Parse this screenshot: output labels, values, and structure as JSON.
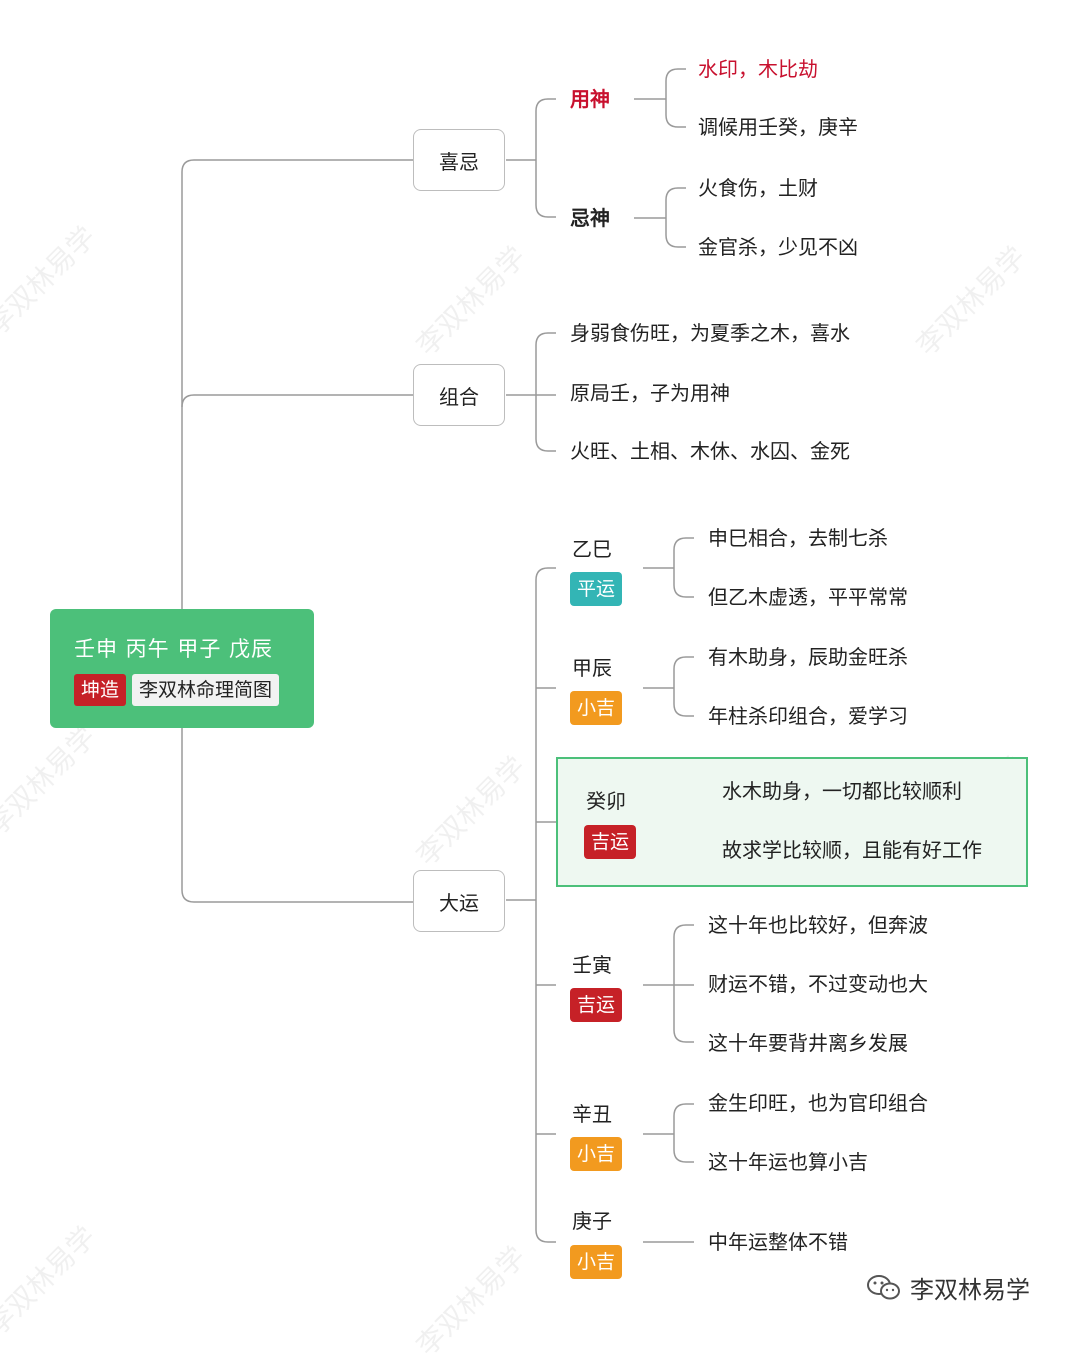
{
  "root": {
    "title": "壬申 丙午 甲子 戊辰",
    "tag_gender": "坤造",
    "tag_name": "李双林命理简图",
    "color": "#4cc07a"
  },
  "branches": [
    {
      "label": "喜忌",
      "children": [
        {
          "label": "用神",
          "style": "red-bold",
          "items": [
            {
              "text": "水印，木比劫",
              "style": "red"
            },
            {
              "text": "调候用壬癸，庚辛"
            }
          ]
        },
        {
          "label": "忌神",
          "style": "bold",
          "items": [
            {
              "text": "火食伤，土财"
            },
            {
              "text": "金官杀，少见不凶"
            }
          ]
        }
      ]
    },
    {
      "label": "组合",
      "items": [
        "身弱食伤旺，为夏季之木，喜水",
        "原局壬，子为用神",
        "火旺、土相、木休、水囚、金死"
      ]
    },
    {
      "label": "大运",
      "children": [
        {
          "label": "乙巳",
          "badge": "平运",
          "badge_color": "#33b5b5",
          "items": [
            "申巳相合，去制七杀",
            "但乙木虚透，平平常常"
          ]
        },
        {
          "label": "甲辰",
          "badge": "小吉",
          "badge_color": "#f29a1f",
          "items": [
            "有木助身，辰助金旺杀",
            "年柱杀印组合，爱学习"
          ]
        },
        {
          "label": "癸卯",
          "badge": "吉运",
          "badge_color": "#c62127",
          "highlighted": true,
          "items": [
            "水木助身，一切都比较顺利",
            "故求学比较顺，且能有好工作"
          ]
        },
        {
          "label": "壬寅",
          "badge": "吉运",
          "badge_color": "#c62127",
          "items": [
            "这十年也比较好，但奔波",
            "财运不错，不过变动也大",
            "这十年要背井离乡发展"
          ]
        },
        {
          "label": "辛丑",
          "badge": "小吉",
          "badge_color": "#f29a1f",
          "items": [
            "金生印旺，也为官印组合",
            "这十年运也算小吉"
          ]
        },
        {
          "label": "庚子",
          "badge": "小吉",
          "badge_color": "#f29a1f",
          "items": [
            "中年运整体不错"
          ]
        }
      ]
    }
  ],
  "watermark": "李双林易学",
  "footer": {
    "brand": "李双林易学",
    "icon": "wechat-icon"
  }
}
